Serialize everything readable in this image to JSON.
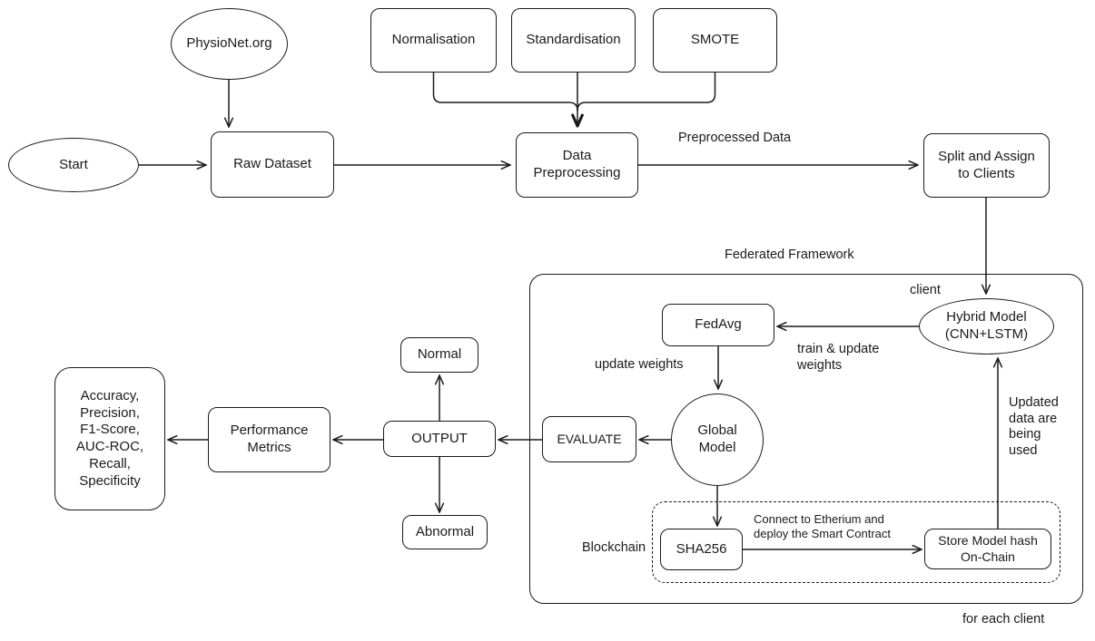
{
  "diagram": {
    "colors": {
      "stroke": "#1a1a1a",
      "background": "#ffffff"
    },
    "nodes": {
      "start": "Start",
      "physionet": "PhysioNet.org",
      "raw_dataset": "Raw Dataset",
      "normalisation": "Normalisation",
      "standardisation": "Standardisation",
      "smote": "SMOTE",
      "data_preprocessing": "Data\nPreprocessing",
      "split_assign": "Split and Assign\nto Clients",
      "hybrid_model": "Hybrid Model\n(CNN+LSTM)",
      "fedavg": "FedAvg",
      "global_model": "Global\nModel",
      "evaluate": "EVALUATE",
      "sha256": "SHA256",
      "store_hash": "Store Model hash\nOn-Chain",
      "output": "OUTPUT",
      "normal": "Normal",
      "abnormal": "Abnormal",
      "performance_metrics": "Performance\nMetrics",
      "metrics_list": "Accuracy,\nPrecision,\nF1-Score,\nAUC-ROC,\nRecall,\nSpecificity"
    },
    "labels": {
      "federated_framework": "Federated Framework",
      "preprocessed_data": "Preprocessed Data",
      "client": "client",
      "train_update_weights": "train & update\nweights",
      "update_weights": "update weights",
      "updated_data": "Updated\ndata are\nbeing\nused",
      "blockchain": "Blockchain",
      "connect_etherium": "Connect to Etherium and\ndeploy the Smart Contract",
      "for_each_client": "for each client"
    }
  }
}
